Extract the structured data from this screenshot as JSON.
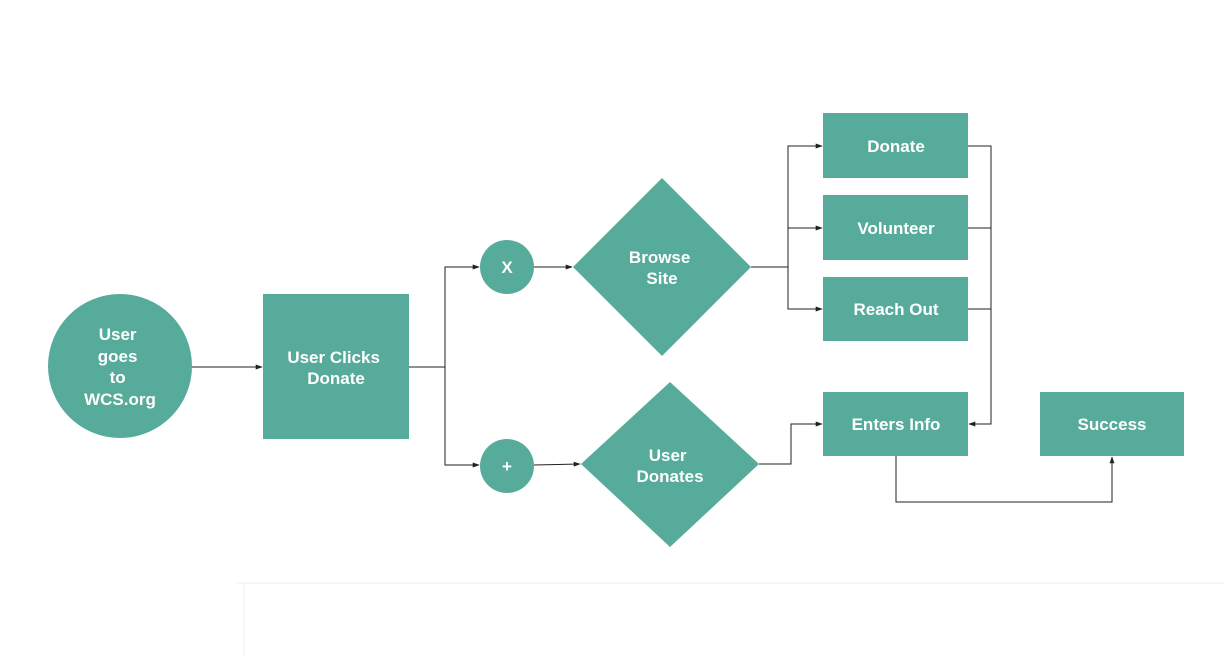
{
  "diagram": {
    "colors": {
      "node_fill": "#57ab9b",
      "node_text": "#ffffff",
      "connector": "#222222"
    },
    "nodes": {
      "start": {
        "shape": "circle",
        "lines": [
          "User",
          "goes",
          "to",
          "WCS.org"
        ]
      },
      "click": {
        "shape": "rectangle",
        "lines": [
          "User Clicks",
          "Donate"
        ]
      },
      "gate_x": {
        "shape": "circle",
        "lines": [
          "X"
        ]
      },
      "gate_plus": {
        "shape": "circle",
        "lines": [
          "+"
        ]
      },
      "browse": {
        "shape": "diamond",
        "lines": [
          "Browse",
          "Site"
        ]
      },
      "donates": {
        "shape": "diamond",
        "lines": [
          "User",
          "Donates"
        ]
      },
      "donate": {
        "shape": "rectangle",
        "lines": [
          "Donate"
        ]
      },
      "volunteer": {
        "shape": "rectangle",
        "lines": [
          "Volunteer"
        ]
      },
      "reach_out": {
        "shape": "rectangle",
        "lines": [
          "Reach Out"
        ]
      },
      "enters_info": {
        "shape": "rectangle",
        "lines": [
          "Enters Info"
        ]
      },
      "success": {
        "shape": "rectangle",
        "lines": [
          "Success"
        ]
      }
    },
    "edges": [
      {
        "from": "start",
        "to": "click"
      },
      {
        "from": "click",
        "to": "gate_x"
      },
      {
        "from": "click",
        "to": "gate_plus"
      },
      {
        "from": "gate_x",
        "to": "browse"
      },
      {
        "from": "gate_plus",
        "to": "donates"
      },
      {
        "from": "browse",
        "to": "donate"
      },
      {
        "from": "browse",
        "to": "volunteer"
      },
      {
        "from": "browse",
        "to": "reach_out"
      },
      {
        "from": "donate",
        "to": "enters_info"
      },
      {
        "from": "volunteer",
        "to": "enters_info"
      },
      {
        "from": "reach_out",
        "to": "enters_info"
      },
      {
        "from": "donates",
        "to": "enters_info"
      },
      {
        "from": "enters_info",
        "to": "success"
      }
    ]
  }
}
